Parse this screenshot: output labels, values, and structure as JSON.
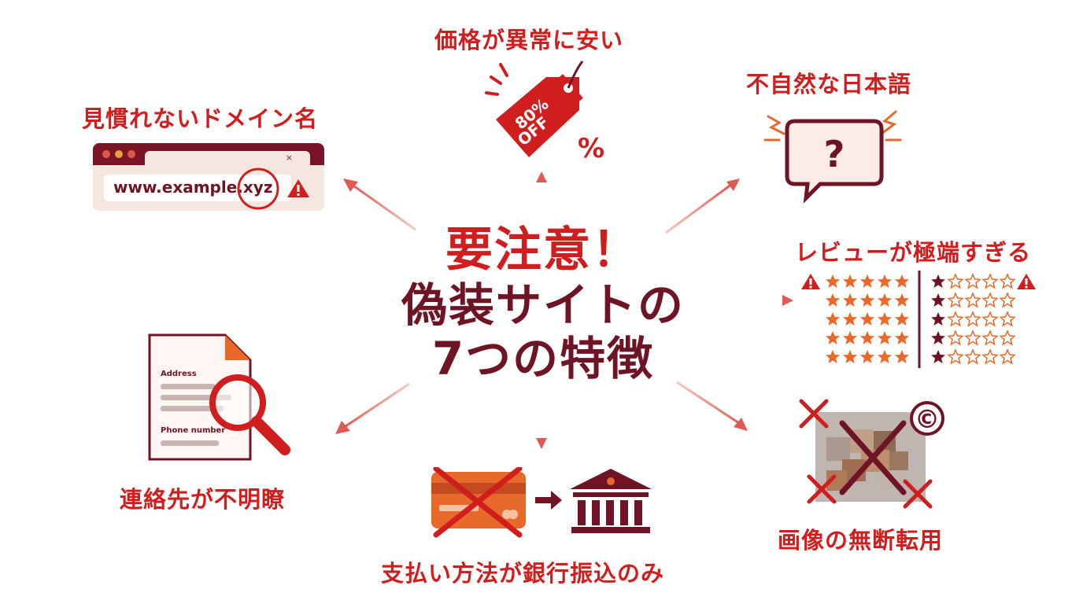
{
  "center_title": {
    "line1": "要注意！",
    "line2": "偽装サイトの",
    "line3": "7つの特徴"
  },
  "features": {
    "price": {
      "label": "価格が異常に安い",
      "tag_text_top": "80%",
      "tag_text_bottom": "OFF",
      "symbol": "%"
    },
    "domain": {
      "label": "見慣れないドメイン名",
      "url": "www.example.xyz",
      "tab_close": "×"
    },
    "japanese": {
      "label": "不自然な日本語",
      "bubble_symbol": "?"
    },
    "reviews": {
      "label": "レビューが極端すぎる"
    },
    "contact": {
      "label": "連絡先が不明瞭",
      "doc_field_1": "Address",
      "doc_field_2": "Phone number"
    },
    "payment": {
      "label": "支払い方法が銀行振込のみ"
    },
    "images": {
      "label": "画像の無断転用",
      "copyright_symbol": "©"
    }
  },
  "colors": {
    "accent_red": "#d01e1e",
    "dark_maroon": "#6e1424",
    "orange": "#e86a2a",
    "arrow": "#e05a54"
  },
  "icons": [
    "price-tag-icon",
    "browser-icon",
    "warning-icon",
    "speech-bubble-icon",
    "star-icon",
    "document-icon",
    "magnifier-icon",
    "credit-card-icon",
    "bank-icon",
    "copyright-icon",
    "cross-icon"
  ]
}
